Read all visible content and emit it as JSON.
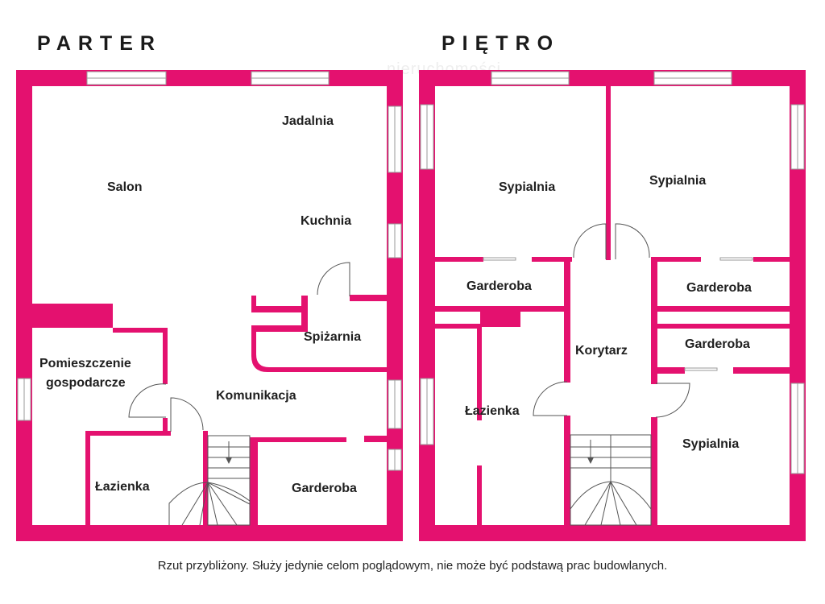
{
  "floors": {
    "parter": "PARTER",
    "pietro": "PIĘTRO"
  },
  "colors": {
    "wall": "#e4116f",
    "window_frame": "#9a9a9a",
    "line": "#555555"
  },
  "rooms_parter": {
    "jadalnia": "Jadalnia",
    "salon": "Salon",
    "kuchnia": "Kuchnia",
    "spizarnia": "Spiżarnia",
    "pomieszczenie_1": "Pomieszczenie",
    "pomieszczenie_2": "gospodarcze",
    "komunikacja": "Komunikacja",
    "lazienka": "Łazienka",
    "garderoba": "Garderoba"
  },
  "rooms_pietro": {
    "sypialnia_1": "Sypialnia",
    "sypialnia_2": "Sypialnia",
    "garderoba_1": "Garderoba",
    "garderoba_2": "Garderoba",
    "garderoba_3": "Garderoba",
    "korytarz": "Korytarz",
    "lazienka": "Łazienka",
    "sypialnia_3": "Sypialnia"
  },
  "watermark": "nieruchomości",
  "footnote": "Rzut przybliżony. Służy jedynie celom poglądowym, nie może być podstawą prac budowlanych."
}
